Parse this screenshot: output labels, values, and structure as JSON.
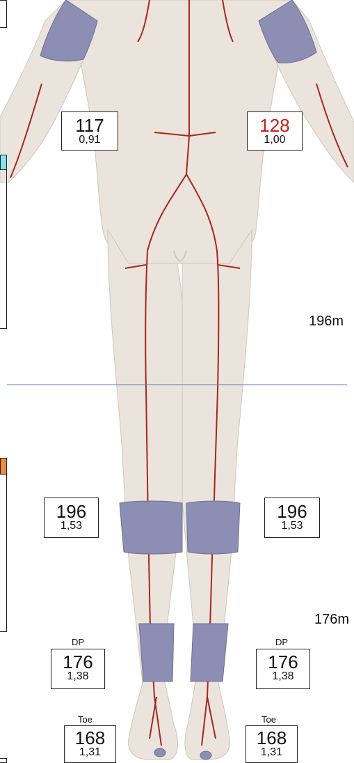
{
  "measurements": {
    "arm_left": {
      "pressure": "117",
      "index": "0,91",
      "color": "#111111"
    },
    "arm_right": {
      "pressure": "128",
      "index": "1,00",
      "color": "#d21a1a"
    },
    "calf_left": {
      "pressure": "196",
      "index": "1,53"
    },
    "calf_right": {
      "pressure": "196",
      "index": "1,53"
    },
    "ankle_left": {
      "site": "DP",
      "pressure": "176",
      "index": "1,38"
    },
    "ankle_right": {
      "site": "DP",
      "pressure": "176",
      "index": "1,38"
    },
    "toe_left": {
      "site": "Toe",
      "pressure": "168",
      "index": "1,31"
    },
    "toe_right": {
      "site": "Toe",
      "pressure": "168",
      "index": "1,31"
    }
  },
  "side_labels": {
    "calf": "196m",
    "ankle": "176m"
  },
  "colors": {
    "skin": "#ebe4dc",
    "skin_shade": "#d9d0c5",
    "cuff": "#8c8eb4",
    "artery": "#a8261c",
    "accent_cyan": "#7ee6ee",
    "accent_orange": "#f08a3c",
    "divider": "#5a7fb5"
  },
  "icons": {
    "body": "human-body-front-view",
    "cuff": "blood-pressure-cuff"
  }
}
